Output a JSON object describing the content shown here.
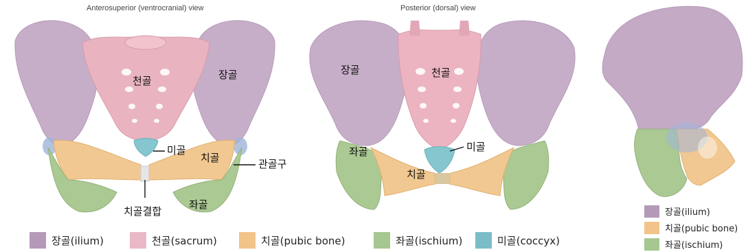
{
  "views": {
    "anterior_title": "Anterosuperior (ventrocranial) view",
    "posterior_title": "Posterior (dorsal) view"
  },
  "colors": {
    "ilium": "#c9a9c9",
    "sacrum": "#e8b6c2",
    "pubic": "#f0c58c",
    "ischium": "#a9c890",
    "coccyx": "#7fc3cc"
  },
  "anterior_labels": {
    "sacrum": "천골",
    "ilium": "장골",
    "coccyx": "미골",
    "pubic": "치골",
    "acetabulum": "관골구",
    "ischium": "좌골",
    "symphysis": "치골결합"
  },
  "posterior_labels": {
    "ilium": "장골",
    "sacrum": "천골",
    "ischium": "좌골",
    "coccyx": "미골",
    "pubic": "치골"
  },
  "legend": [
    {
      "label": "장골(ilium)",
      "color": "#b49ab8"
    },
    {
      "label": "천골(sacrum)",
      "color": "#eab8c6"
    },
    {
      "label": "치골(pubic bone)",
      "color": "#f2c48a"
    },
    {
      "label": "좌골(ischium)",
      "color": "#a6c790"
    },
    {
      "label": "미골(coccyx)",
      "color": "#7bbdc6"
    }
  ],
  "side_legend": [
    {
      "label": "장골(ilium)",
      "color": "#b49ab8"
    },
    {
      "label": "치골(pubic bone)",
      "color": "#f2c48a"
    },
    {
      "label": "좌골(ischium)",
      "color": "#a6c790"
    }
  ]
}
